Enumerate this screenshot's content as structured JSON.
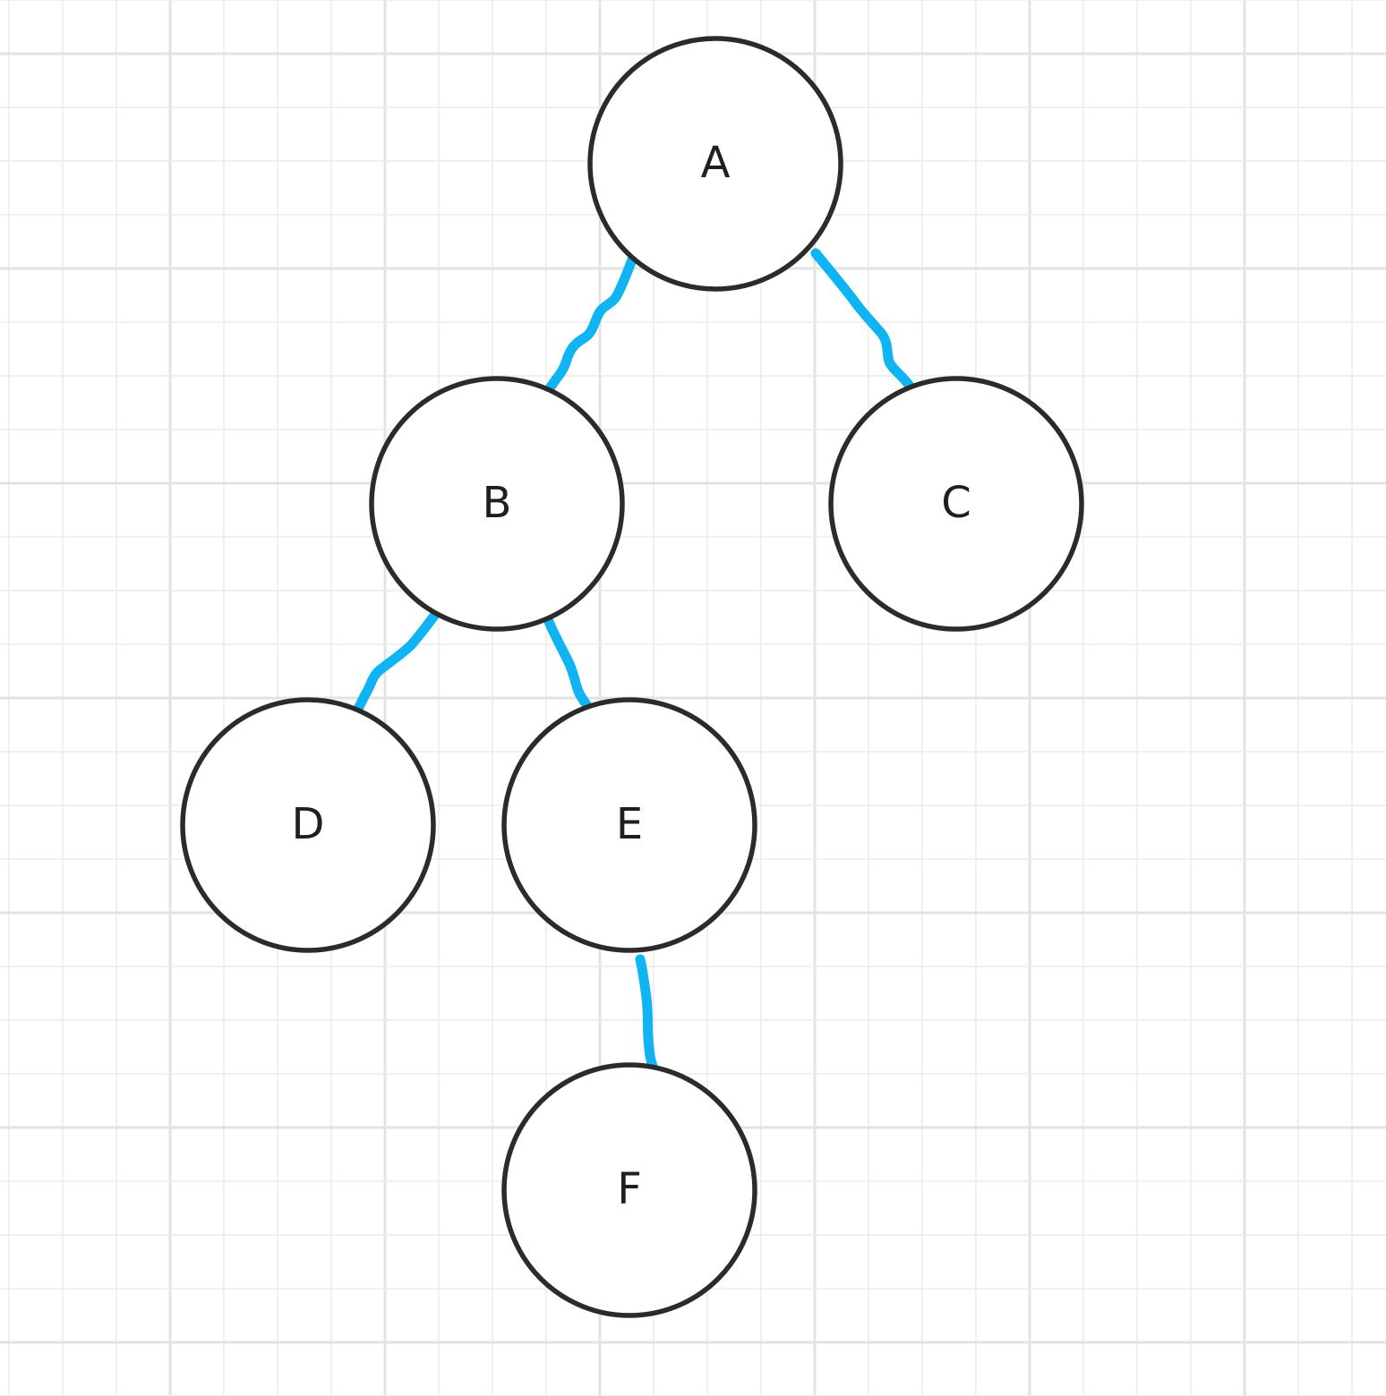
{
  "diagram": {
    "type": "binary-tree",
    "background": "grid",
    "colors": {
      "background": "#ffffff",
      "grid_minor": "#ececec",
      "grid_major": "#e3e3e3",
      "node_stroke": "#2b2b2b",
      "node_fill": "#ffffff",
      "edge": "#10b4f2",
      "label": "#1f1f1f"
    },
    "nodes": [
      {
        "id": "A",
        "label": "A"
      },
      {
        "id": "B",
        "label": "B"
      },
      {
        "id": "C",
        "label": "C"
      },
      {
        "id": "D",
        "label": "D"
      },
      {
        "id": "E",
        "label": "E"
      },
      {
        "id": "F",
        "label": "F"
      }
    ],
    "edges": [
      {
        "from": "A",
        "to": "B"
      },
      {
        "from": "A",
        "to": "C"
      },
      {
        "from": "B",
        "to": "D"
      },
      {
        "from": "B",
        "to": "E"
      },
      {
        "from": "E",
        "to": "F"
      }
    ]
  }
}
